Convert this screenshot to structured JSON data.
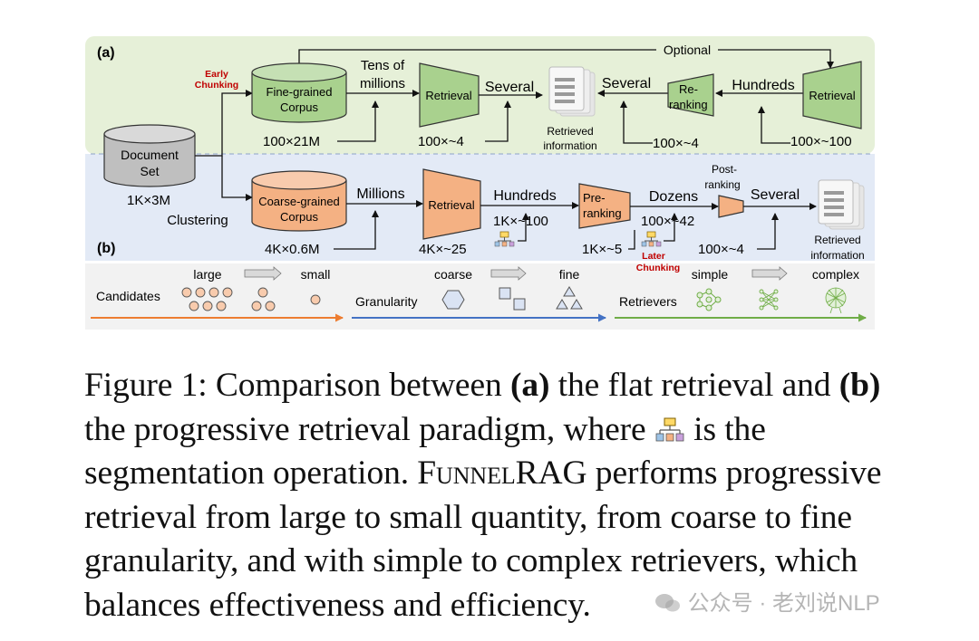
{
  "figure": {
    "panel_a": "(a)",
    "panel_b": "(b)",
    "optional": "Optional",
    "early_chunking": [
      "Early",
      "Chunking"
    ],
    "later_chunking": [
      "Later",
      "Chunking"
    ],
    "document_set": [
      "Document",
      "Set"
    ],
    "doc_size": "1K×3M",
    "clustering": "Clustering",
    "fine_corpus": [
      "Fine-grained",
      "Corpus"
    ],
    "coarse_corpus": [
      "Coarse-grained",
      "Corpus"
    ],
    "tens_of_millions": [
      "Tens of",
      "millions"
    ],
    "millions": "Millions",
    "retrieval": "Retrieval",
    "several": "Several",
    "reranking": [
      "Re-",
      "ranking"
    ],
    "preranking": [
      "Pre-",
      "ranking"
    ],
    "postranking": [
      "Post-",
      "ranking"
    ],
    "hundreds": "Hundreds",
    "dozens": "Dozens",
    "retrieved_info": [
      "Retrieved",
      "information"
    ],
    "a_dims": {
      "corpus": "100×21M",
      "retrieval": "100×~4",
      "rerank": "100×~4",
      "retrieval2": "100×~100"
    },
    "b_dims": {
      "corpus": "4K×0.6M",
      "retrieval": "4K×~25",
      "hundreds": "1K×~100",
      "dozens": "100×~42",
      "prerank": "1K×~5",
      "post": "100×~4"
    },
    "legend": {
      "candidates": "Candidates",
      "large": "large",
      "small": "small",
      "granularity": "Granularity",
      "coarse": "coarse",
      "fine": "fine",
      "retrievers": "Retrievers",
      "simple": "simple",
      "complex": "complex"
    },
    "colors": {
      "green_bg": "#e6f0d8",
      "blue_bg": "#e3eaf6",
      "green_shape": "#a9d18e",
      "orange_shape": "#f4b183",
      "doc_gray": "#bfbfbf",
      "red_label": "#c00000",
      "orange_arrow": "#ed7d31",
      "blue_arrow": "#4472c4",
      "green_arrow": "#70ad47"
    }
  },
  "caption": {
    "label": "Figure 1:",
    "p1": " Comparison between ",
    "a": "(a)",
    "p2": " the flat retrieval and ",
    "b": "(b)",
    "p3": " the progressive retrieval paradigm, where ",
    "p4": " is the segmentation operation. ",
    "name": "FunnelRAG",
    "p5": " performs progressive retrieval from large to small quantity, from coarse to fine granularity, and with simple to complex retrievers, which balances effectiveness and efficiency."
  },
  "watermark": "公众号 · 老刘说NLP"
}
